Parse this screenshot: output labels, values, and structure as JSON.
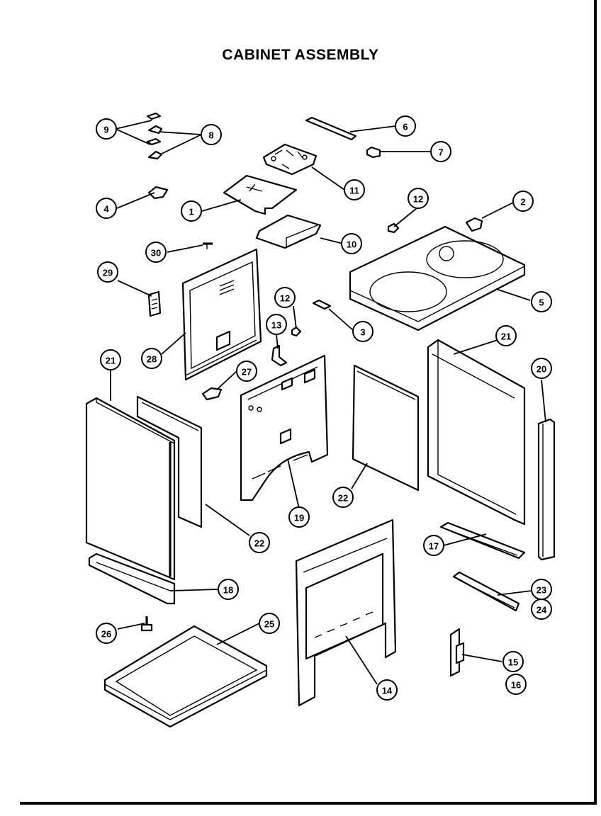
{
  "title": "CABINET ASSEMBLY",
  "callouts": [
    "9",
    "8",
    "6",
    "7",
    "11",
    "4",
    "1",
    "12",
    "2",
    "10",
    "30",
    "5",
    "29",
    "12",
    "3",
    "13",
    "28",
    "27",
    "21",
    "21",
    "20",
    "22",
    "19",
    "22",
    "17",
    "23",
    "24",
    "18",
    "26",
    "25",
    "14",
    "15",
    "16"
  ]
}
